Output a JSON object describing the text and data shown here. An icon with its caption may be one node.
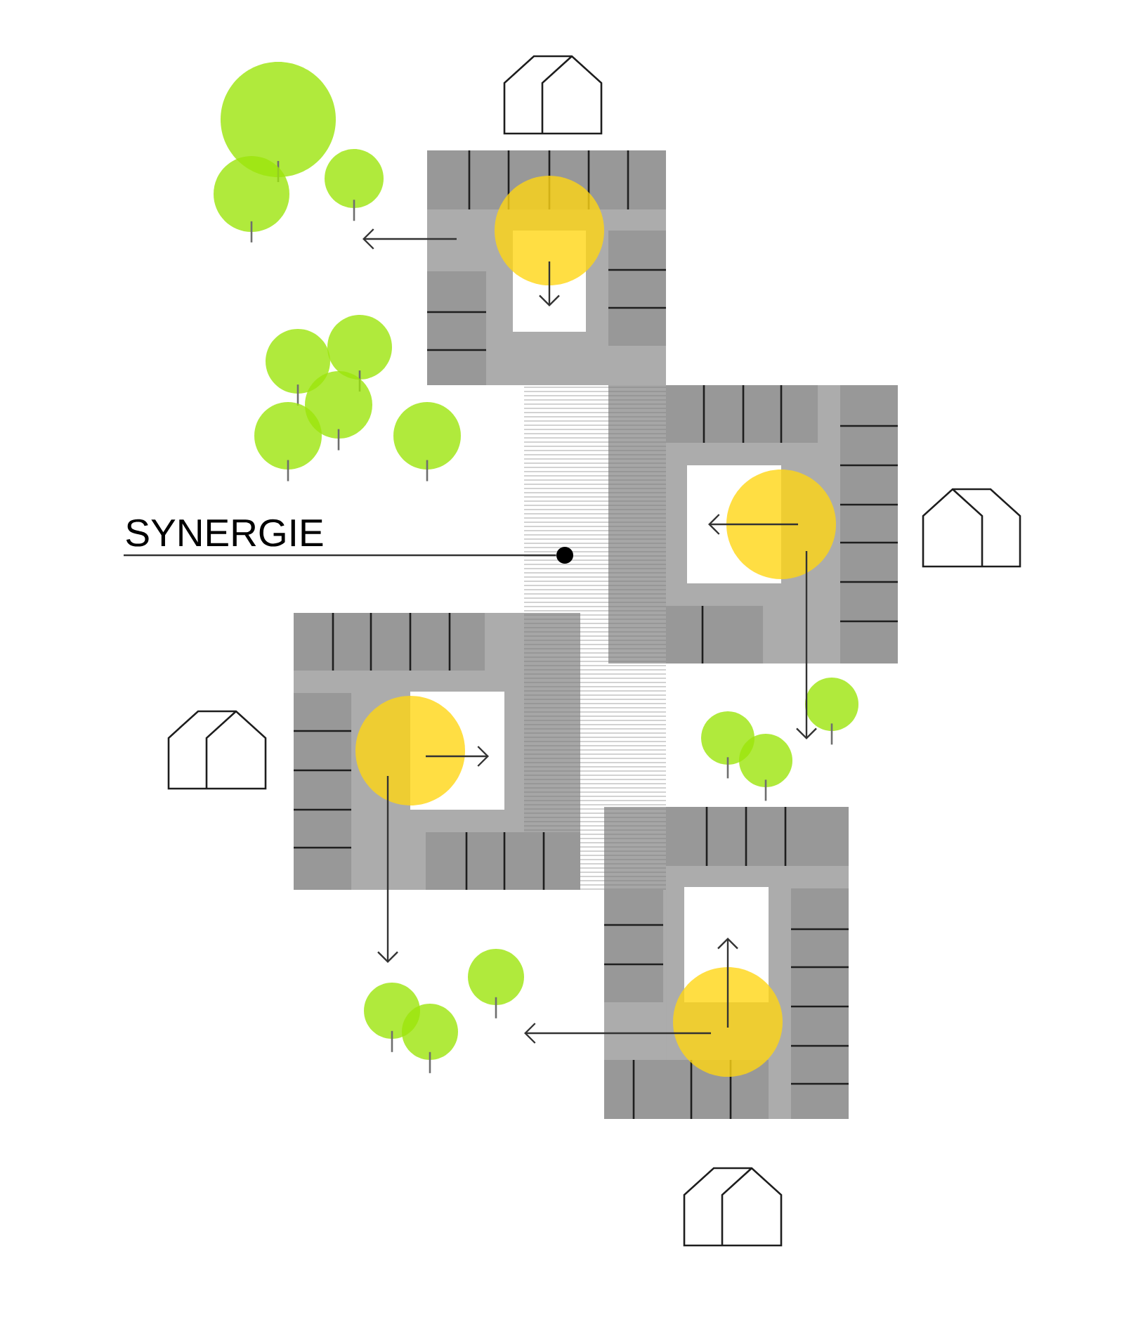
{
  "diagram": {
    "nodes": [
      {
        "text": [
          "SYNERGIE"
        ]
      },
      {
        "text": [],
        "shape": "circle"
      }
    ],
    "edges": [
      {
        "from": 0,
        "to": 1,
        "arrow": "none"
      }
    ]
  }
}
